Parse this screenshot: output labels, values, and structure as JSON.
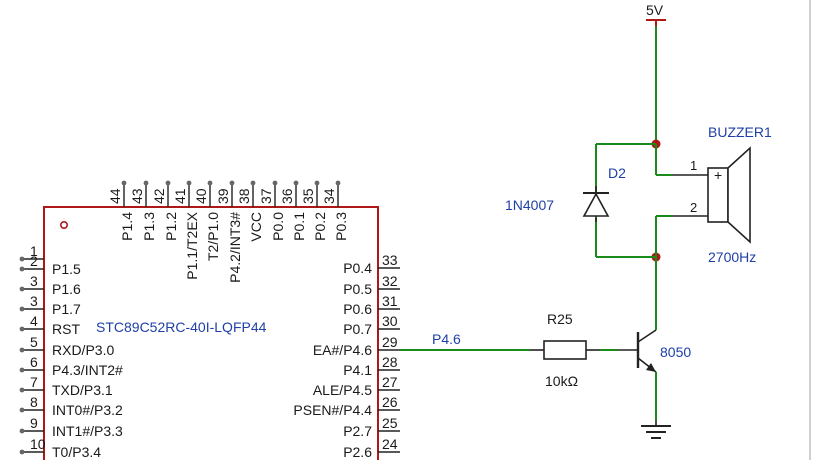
{
  "power": {
    "label": "5V"
  },
  "buzzer": {
    "ref": "BUZZER1",
    "freq": "2700Hz",
    "pin1": "1",
    "pin2": "2",
    "plus": "+"
  },
  "diode": {
    "ref": "D2",
    "value": "1N4007"
  },
  "resistor": {
    "ref": "R25",
    "value": "10kΩ"
  },
  "transistor": {
    "ref": "8050"
  },
  "net": {
    "label": "P4.6"
  },
  "mcu": {
    "name": "STC89C52RC-40I-LQFP44",
    "left_pins": [
      {
        "num": "1",
        "name": ""
      },
      {
        "num": "2",
        "name": "P1.5"
      },
      {
        "num": "3",
        "name": "P1.6"
      },
      {
        "num": "3",
        "name": "P1.7"
      },
      {
        "num": "4",
        "name": "RST"
      },
      {
        "num": "5",
        "name": "RXD/P3.0"
      },
      {
        "num": "6",
        "name": "P4.3/INT2#"
      },
      {
        "num": "7",
        "name": "TXD/P3.1"
      },
      {
        "num": "8",
        "name": "INT0#/P3.2"
      },
      {
        "num": "9",
        "name": "INT1#/P3.3"
      },
      {
        "num": "10",
        "name": "T0/P3.4"
      }
    ],
    "right_pins": [
      {
        "num": "33",
        "name": "P0.4"
      },
      {
        "num": "32",
        "name": "P0.5"
      },
      {
        "num": "31",
        "name": "P0.6"
      },
      {
        "num": "30",
        "name": "P0.7"
      },
      {
        "num": "29",
        "name": "EA#/P4.6"
      },
      {
        "num": "28",
        "name": "P4.1"
      },
      {
        "num": "27",
        "name": "ALE/P4.5"
      },
      {
        "num": "26",
        "name": "PSEN#/P4.4"
      },
      {
        "num": "25",
        "name": "P2.7"
      },
      {
        "num": "24",
        "name": "P2.6"
      }
    ],
    "top_pins": [
      {
        "num": "44",
        "name": "P1.4"
      },
      {
        "num": "43",
        "name": "P1.3"
      },
      {
        "num": "42",
        "name": "P1.2"
      },
      {
        "num": "41",
        "name": "P1.1/T2EX"
      },
      {
        "num": "40",
        "name": "T2/P1.0"
      },
      {
        "num": "39",
        "name": "P4.2/INT3#"
      },
      {
        "num": "38",
        "name": "VCC"
      },
      {
        "num": "37",
        "name": "P0.0"
      },
      {
        "num": "36",
        "name": "P0.1"
      },
      {
        "num": "35",
        "name": "P0.2"
      },
      {
        "num": "34",
        "name": "P0.3"
      }
    ]
  }
}
